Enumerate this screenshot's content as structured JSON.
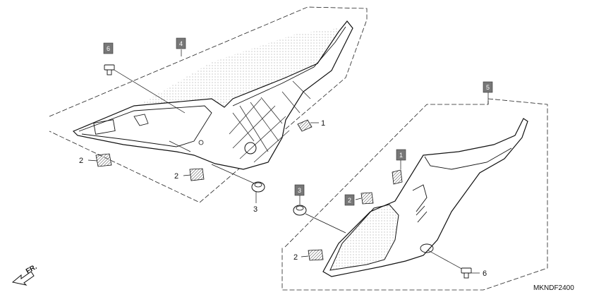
{
  "diagram": {
    "code": "MKNDF2400",
    "direction_label": "FR.",
    "boxed_labels": [
      "6",
      "4",
      "5",
      "1",
      "3",
      "2"
    ],
    "callouts": [
      "1",
      "2",
      "2",
      "3",
      "2",
      "6"
    ]
  }
}
